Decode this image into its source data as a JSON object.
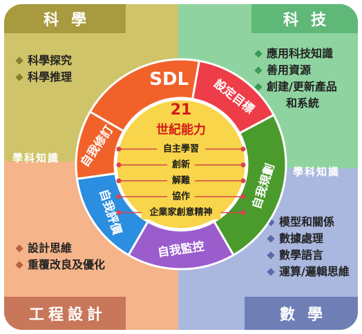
{
  "quadrants": {
    "top_left": {
      "title": "科學",
      "items": [
        "科學探究",
        "科學推理"
      ]
    },
    "top_right": {
      "title": "科技",
      "items": [
        "應用科技知識",
        "善用資源",
        "創建/更新產品",
        "和系統"
      ]
    },
    "bottom_left": {
      "title": "工程設計",
      "items": [
        "設計思維",
        "重覆改良及優化"
      ]
    },
    "bottom_right": {
      "title": "數學",
      "items": [
        "模型和關係",
        "數據處理",
        "數學語言",
        "運算/邏輯思維"
      ]
    }
  },
  "field_labels": {
    "left": "學科知識",
    "right": "學科知識"
  },
  "wheel": {
    "segments": {
      "sdl": "SDL",
      "goal_setting": "設定目標",
      "self_planning": "自我規劃",
      "self_monitoring": "自我監控",
      "self_evaluation": "自我評價",
      "self_revision": "自我修訂"
    },
    "center": {
      "number": "21",
      "title": "世紀能力",
      "skills": [
        "自主學習",
        "創新",
        "解難",
        "協作",
        "企業家創意精神"
      ]
    }
  },
  "colors": {
    "sdl": "#f0622a",
    "goal_setting": "#ee3d48",
    "self_planning": "#4a9a2c",
    "self_monitoring": "#9b5ccc",
    "self_evaluation": "#2b8ee0",
    "self_revision": "#f0622a",
    "center": "#f8d54a",
    "center_text": "#d21a1a",
    "skill_dot": "#d9434c"
  }
}
